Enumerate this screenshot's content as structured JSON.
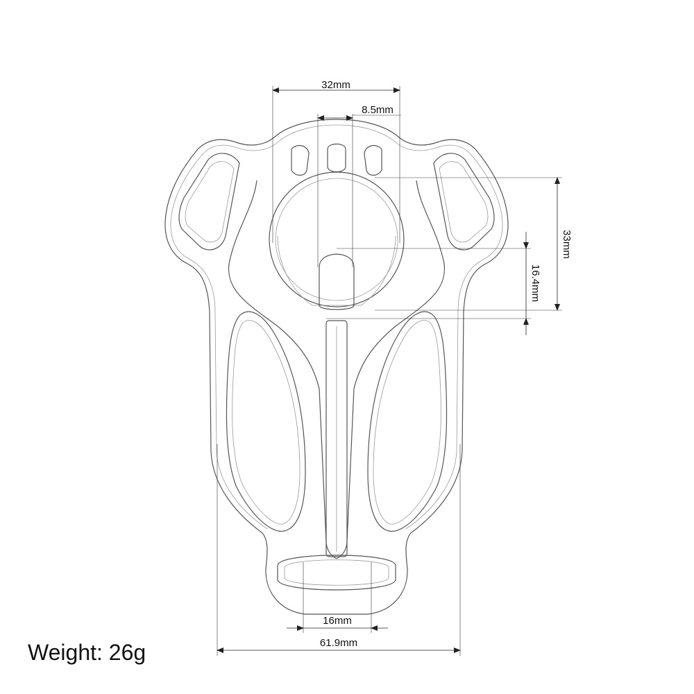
{
  "dimensions": {
    "top_width": "32mm",
    "slot_width": "8.5mm",
    "ring_height": "33mm",
    "slot_height": "16.4mm",
    "bottom_slot_width": "16mm",
    "overall_width": "61.9mm"
  },
  "weight_label": "Weight: 26g",
  "colors": {
    "line": "#555555",
    "dimension": "#222222"
  }
}
